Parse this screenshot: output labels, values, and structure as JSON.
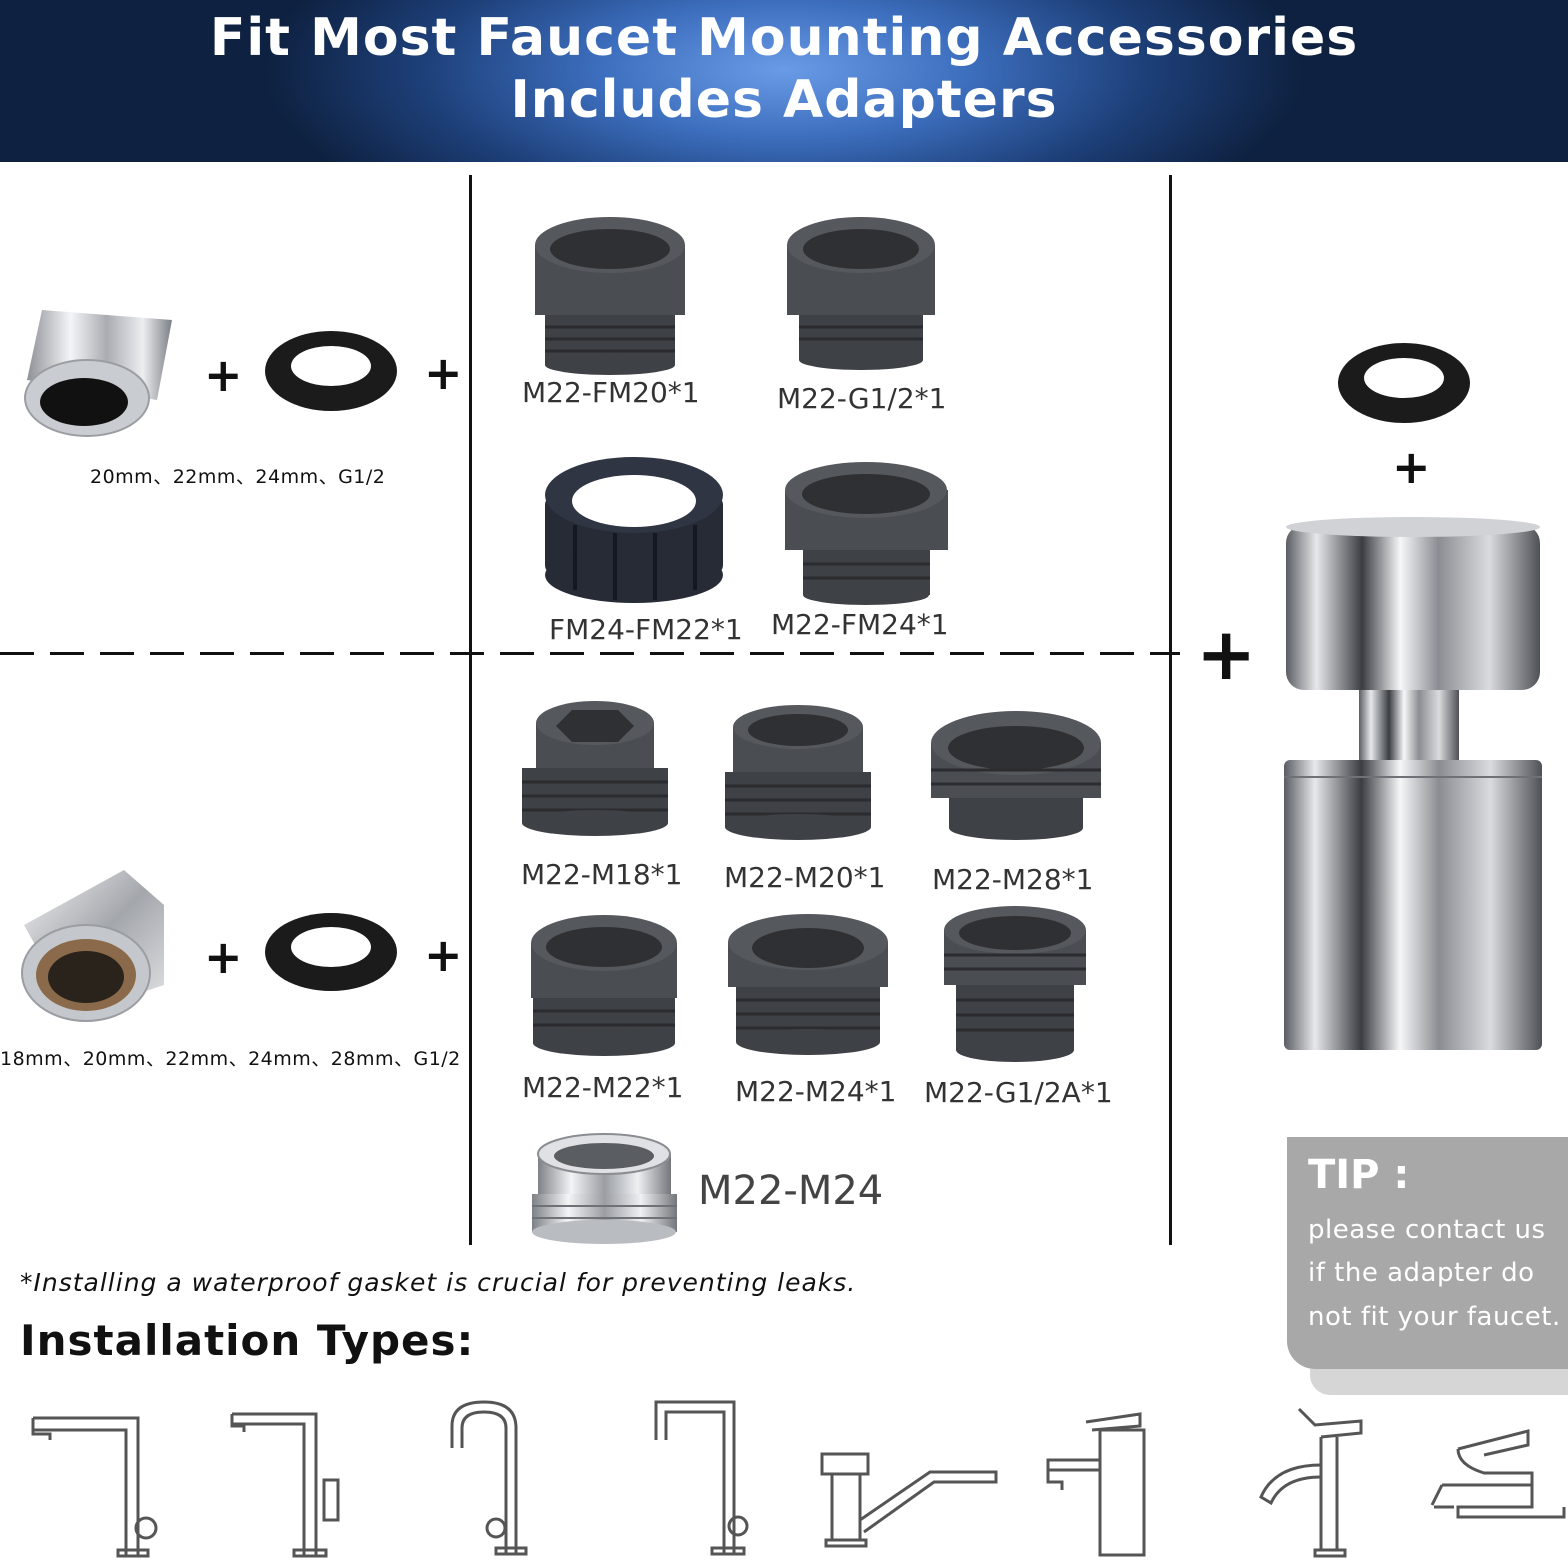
{
  "banner": {
    "line1": "Fit Most Faucet Mounting Accessories",
    "line2": "Includes Adapters"
  },
  "top_section": {
    "sizes": "20mm、22mm、24mm、G1/2",
    "adapters": [
      "M22-FM20*1",
      "M22-G1/2*1",
      "FM24-FM22*1",
      "M22-FM24*1"
    ]
  },
  "bottom_section": {
    "sizes": "18mm、20mm、22mm、24mm、28mm、G1/2",
    "adapters": [
      "M22-M18*1",
      "M22-M20*1",
      "M22-M28*1",
      "M22-M22*1",
      "M22-M24*1",
      "M22-G1/2A*1"
    ],
    "metal_adapter": "M22-M24"
  },
  "plus_symbol": "+",
  "note": "*Installing a waterproof gasket is crucial for preventing leaks.",
  "installation_title": "Installation Types:",
  "tip": {
    "title": "TIP :",
    "lines": [
      "please contact us",
      "if the adapter do",
      "not fit your faucet."
    ]
  },
  "colors": {
    "adapter_gray": "#4a4d52",
    "banner_dark": "#0e2140",
    "banner_light": "#6a9be6",
    "tip_gray": "#a8a8a8"
  }
}
